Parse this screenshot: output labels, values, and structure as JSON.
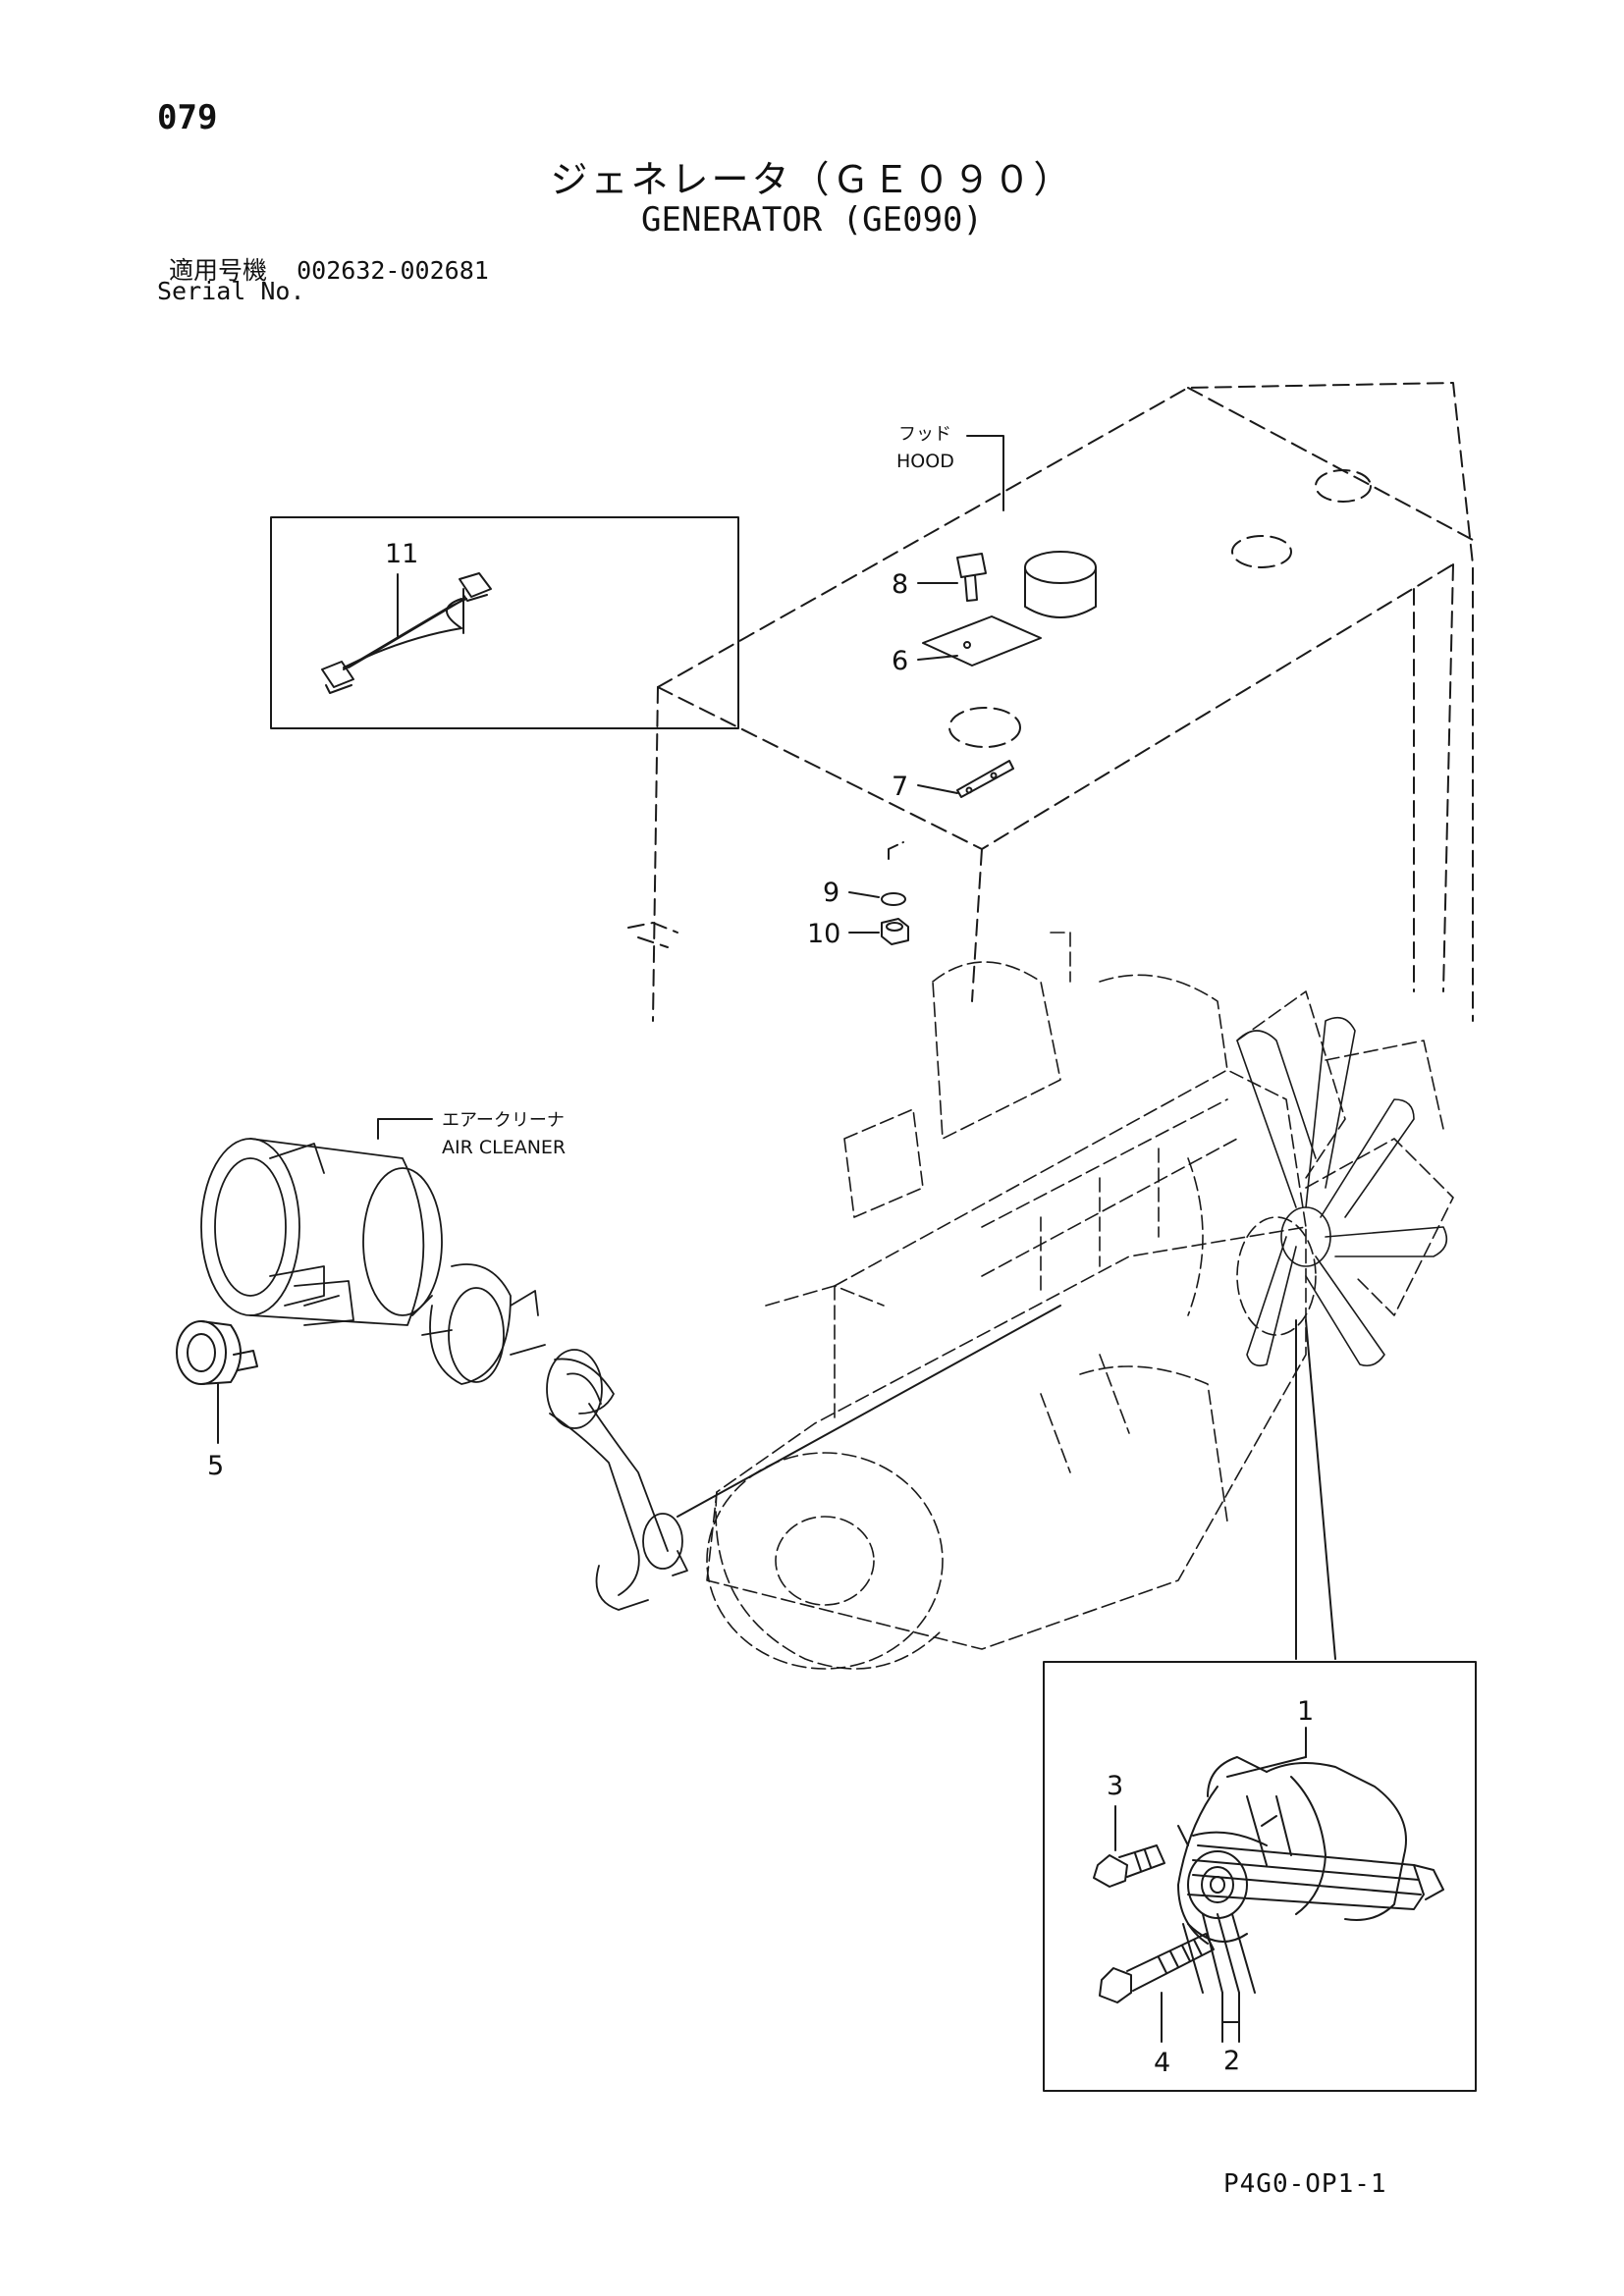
{
  "header": {
    "page_number": "079",
    "title_ja": "ジェネレータ（ＧＥ０９０）",
    "title_en": "GENERATOR (GE090)",
    "serial_label_ja": "適用号機",
    "serial_range": "002632-002681",
    "serial_label_en": "Serial No."
  },
  "labels": {
    "hood_ja": "フッド",
    "hood_en": "HOOD",
    "air_cleaner_ja": "エアークリーナ",
    "air_cleaner_en": "AIR CLEANER"
  },
  "callouts": {
    "c1": "1",
    "c2": "2",
    "c3": "3",
    "c4": "4",
    "c5": "5",
    "c6": "6",
    "c7": "7",
    "c8": "8",
    "c9": "9",
    "c10": "10",
    "c11": "11"
  },
  "footer": {
    "code": "P4G0-OP1-1"
  }
}
